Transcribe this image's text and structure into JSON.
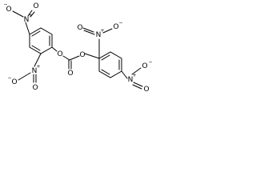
{
  "molecule": {
    "atoms": {
      "o_ester_left": "O",
      "o_carbonyl": "O",
      "o_ester_right": "O"
    },
    "nitro_groups": [
      {
        "n": "N",
        "n_charge": "+",
        "o_single": "O",
        "o_single_charge": "−",
        "o_double": "O"
      },
      {
        "n": "N",
        "n_charge": "+",
        "o_single": "O",
        "o_single_charge": "−",
        "o_double": "O"
      },
      {
        "n": "N",
        "n_charge": "+",
        "o_single": "O",
        "o_single_charge": "−",
        "o_double": "O"
      },
      {
        "n": "N",
        "n_charge": "+",
        "o_single": "O",
        "o_single_charge": "−",
        "o_double": "O"
      }
    ]
  }
}
